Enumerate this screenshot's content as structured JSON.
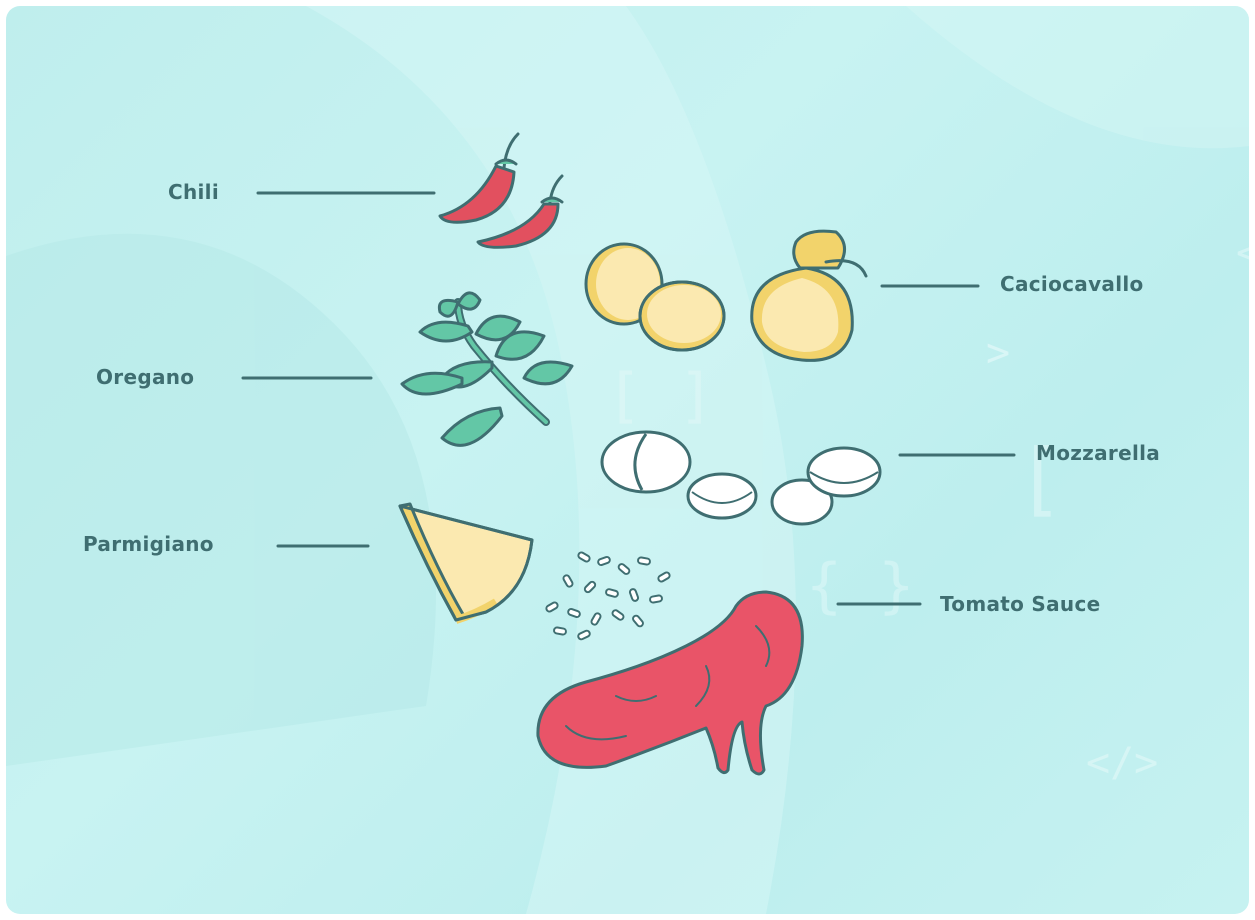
{
  "labels": {
    "chili": "Chili",
    "oregano": "Oregano",
    "parmigiano": "Parmigiano",
    "caciocavallo": "Caciocavallo",
    "mozzarella": "Mozzarella",
    "tomato_sauce": "Tomato Sauce"
  },
  "colors": {
    "background": "#c4f1f0",
    "ink": "#3f6e71",
    "chili_red": "#e2505f",
    "cheese_yellow": "#fbe9b0",
    "cheese_rind": "#f2d36b",
    "basil_green": "#63c7a6",
    "mozzarella_white": "#ffffff",
    "sauce_red": "#e95468"
  }
}
